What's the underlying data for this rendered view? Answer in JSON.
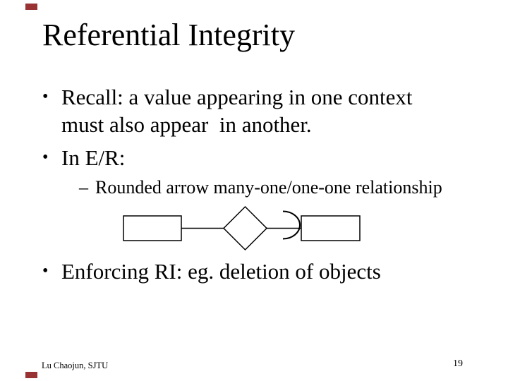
{
  "slide": {
    "accent_color": "#993333",
    "title": "Referential Integrity",
    "bullets": {
      "b1": {
        "marker": "•",
        "text": "Recall: a value appearing in one context\nmust also appear  in another."
      },
      "b2": {
        "marker": "•",
        "text": "In E/R:"
      },
      "sub1": {
        "marker": "–",
        "text": "Rounded arrow many-one/one-one relationship"
      },
      "b3": {
        "marker": "•",
        "text": "Enforcing RI: eg. deletion of objects"
      }
    },
    "diagram": {
      "kind": "er-rounded-arrow-diagram",
      "shapes": [
        "entity-set-left",
        "connector-line",
        "relationship-diamond",
        "connector-line",
        "rounded-arrow",
        "entity-set-right"
      ]
    },
    "footer": {
      "author": "Lu Chaojun, SJTU",
      "page_number": "19"
    }
  }
}
